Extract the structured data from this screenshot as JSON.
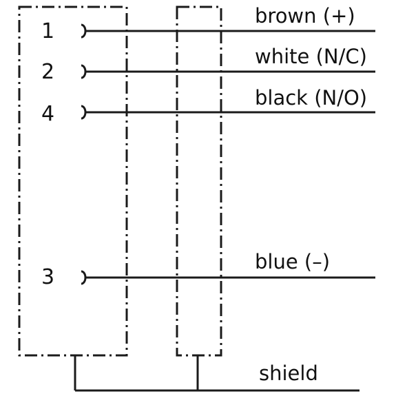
{
  "connector": {
    "pins": [
      {
        "number": "1",
        "label": "brown (+)"
      },
      {
        "number": "2",
        "label": "white (N/C)"
      },
      {
        "number": "4",
        "label": "black  (N/O)"
      },
      {
        "number": "3",
        "label": "blue  (–)"
      }
    ],
    "shield_label": "shield"
  }
}
